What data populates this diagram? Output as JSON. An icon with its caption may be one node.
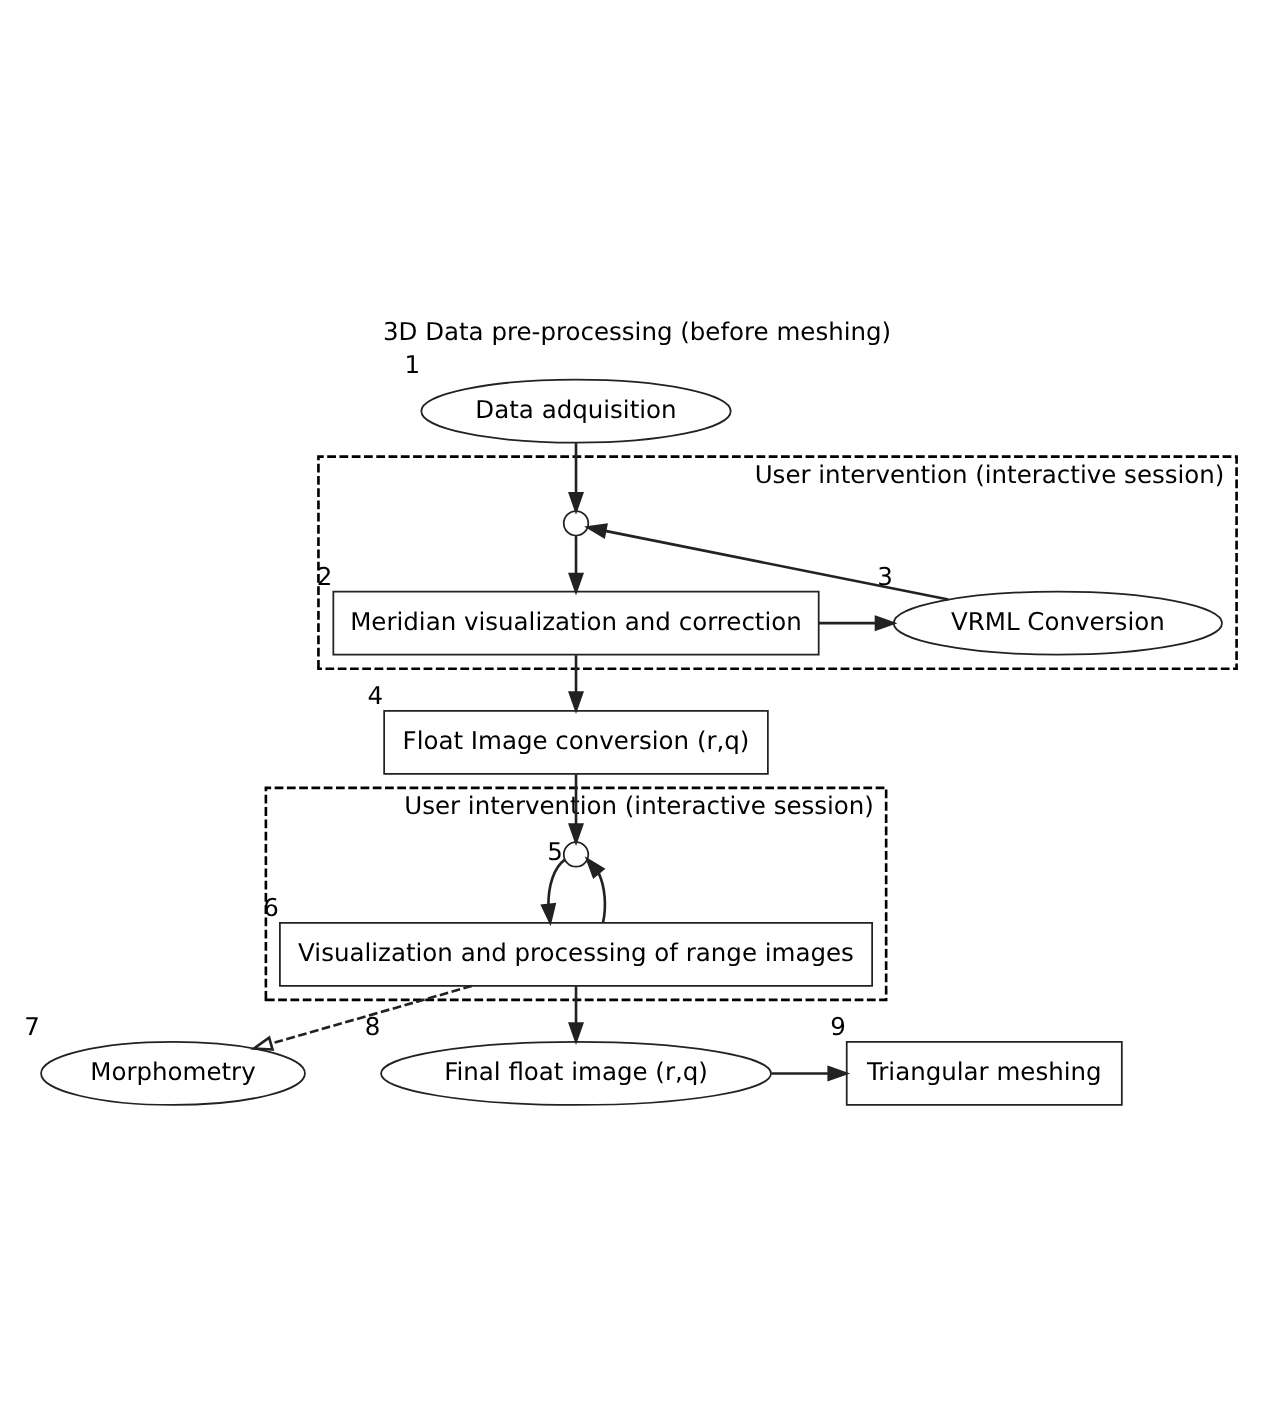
{
  "diagram": {
    "title": "3D Data pre-processing (before meshing)",
    "nodes": [
      {
        "text": [
          "Data adquisition"
        ],
        "beside": [
          "1"
        ]
      },
      {
        "text": [
          "User intervention (interactive session)"
        ]
      },
      {
        "text": [],
        "shape": "circle",
        "in": 1
      },
      {
        "text": [
          "Meridian visualization and correction"
        ],
        "in": 1,
        "beside": [
          "2"
        ]
      },
      {
        "text": [
          "VRML Conversion"
        ],
        "in": 1,
        "beside": [
          "3"
        ]
      },
      {
        "text": [
          "Float Image conversion (r,q)"
        ],
        "beside": [
          "4"
        ]
      },
      {
        "text": [
          "User intervention (interactive session)"
        ]
      },
      {
        "text": [],
        "shape": "circle",
        "in": 6,
        "beside": [
          "5"
        ]
      },
      {
        "text": [
          "Visualization and processing of range images"
        ],
        "in": 6,
        "beside": [
          "6"
        ]
      },
      {
        "text": [
          "Morphometry"
        ],
        "beside": [
          "7"
        ]
      },
      {
        "text": [
          "Final float image (r,q)"
        ],
        "beside": [
          "8"
        ]
      },
      {
        "text": [
          "Triangular meshing"
        ],
        "beside": [
          "9"
        ]
      }
    ],
    "edges": [
      {
        "from": 0,
        "to": 2,
        "arrow": "to"
      },
      {
        "from": 2,
        "to": 3,
        "arrow": "to"
      },
      {
        "from": 3,
        "to": 4,
        "arrow": "to"
      },
      {
        "from": 4,
        "to": 2,
        "arrow": "to"
      },
      {
        "from": 3,
        "to": 5,
        "arrow": "to"
      },
      {
        "from": 5,
        "to": 7,
        "arrow": "to"
      },
      {
        "from": 7,
        "to": 8,
        "arrow": "to"
      },
      {
        "from": 8,
        "to": 7,
        "arrow": "to"
      },
      {
        "from": 8,
        "to": 9,
        "arrow": "to",
        "style": "dashed"
      },
      {
        "from": 8,
        "to": 10,
        "arrow": "to"
      },
      {
        "from": 10,
        "to": 11,
        "arrow": "to"
      }
    ]
  }
}
